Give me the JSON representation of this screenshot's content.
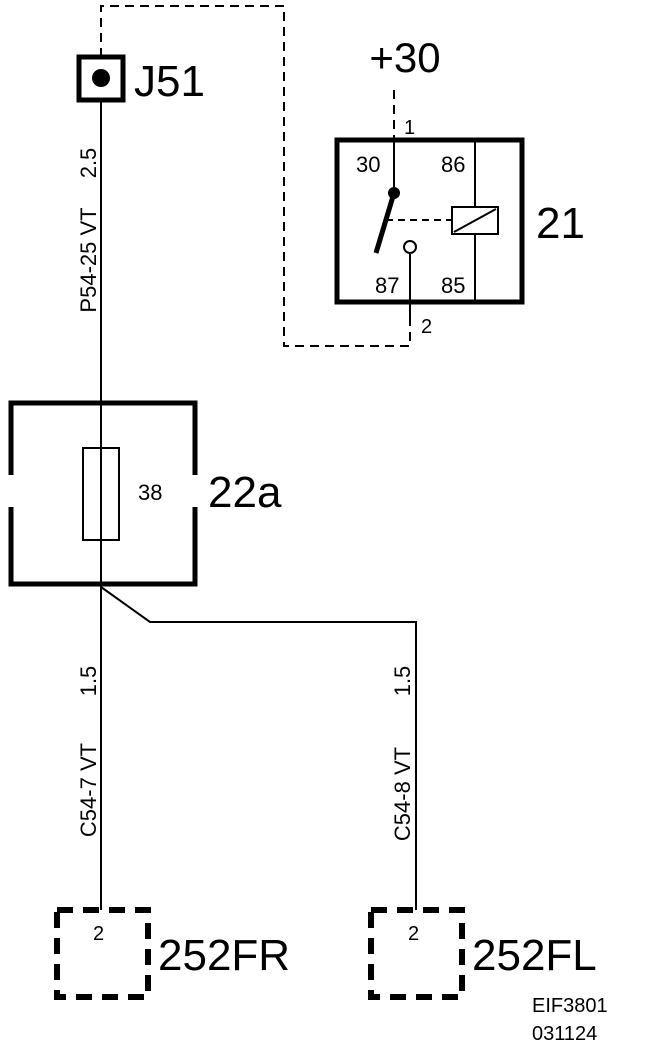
{
  "diagram": {
    "connector_j51": {
      "label": "J51"
    },
    "relay": {
      "supply_label": "+30",
      "component_id": "21",
      "pin_in_number": "1",
      "pin_out_number": "2",
      "terminals": {
        "t30": "30",
        "t86": "86",
        "t87": "87",
        "t85": "85"
      }
    },
    "fuse_box": {
      "component_id": "22a",
      "fuse_number": "38"
    },
    "wires": {
      "main": {
        "id": "P54-25 VT",
        "gauge": "2.5"
      },
      "right_branch": {
        "id": "C54-7 VT",
        "gauge": "1.5"
      },
      "left_branch": {
        "id": "C54-8 VT",
        "gauge": "1.5"
      }
    },
    "speakers": {
      "front_right": {
        "component_id": "252FR",
        "pin": "2"
      },
      "front_left": {
        "component_id": "252FL",
        "pin": "2"
      }
    },
    "footer": {
      "code": "EIF3801",
      "date": "031124"
    }
  }
}
